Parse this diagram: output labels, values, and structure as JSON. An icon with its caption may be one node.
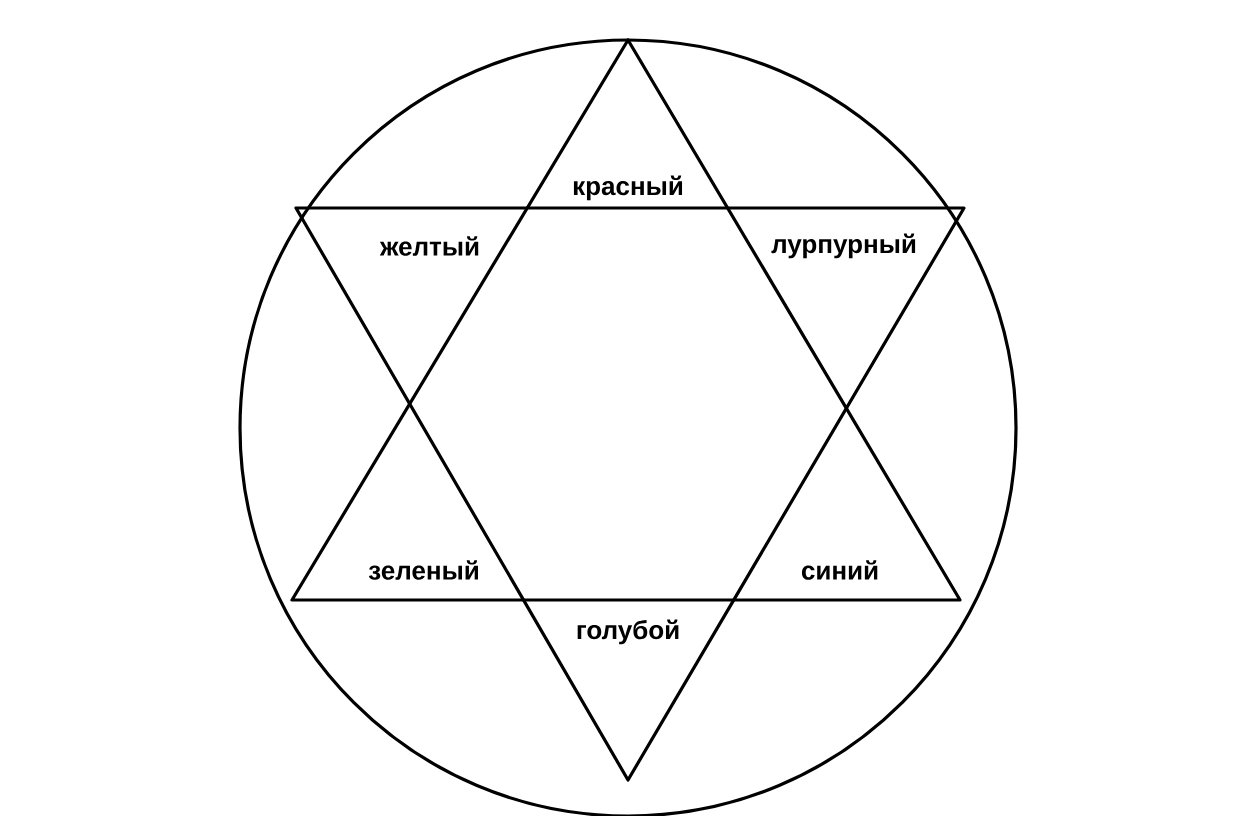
{
  "diagram": {
    "labels": [
      "красный",
      "желтый",
      "лурпурный",
      "зеленый",
      "синий",
      "голубой"
    ]
  }
}
